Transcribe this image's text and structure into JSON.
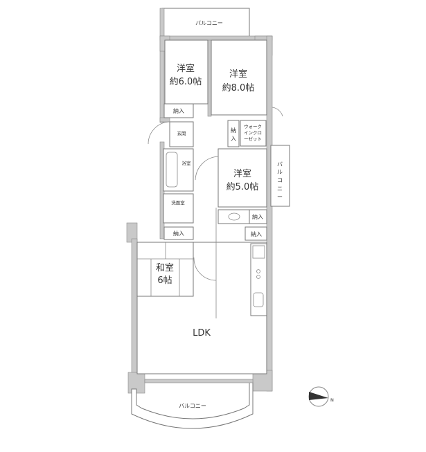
{
  "rooms": {
    "balcony_top": "バルコニー",
    "western_room_1": {
      "name": "洋室",
      "size": "約6.0帖"
    },
    "western_room_2": {
      "name": "洋室",
      "size": "約8.0帖"
    },
    "western_room_3": {
      "name": "洋室",
      "size": "約5.0帖"
    },
    "storage_1": "納入",
    "storage_vertical": [
      "納",
      "入"
    ],
    "walk_in_closet": [
      "ウォーク",
      "インクロ",
      "ーゼット"
    ],
    "entrance": "玄関",
    "bathroom": "浴室",
    "washroom": "洗面室",
    "balcony_right": [
      "バ",
      "ル",
      "コ",
      "ニ",
      "ー"
    ],
    "storage_2": "納入",
    "storage_3": "納入",
    "storage_4": "納入",
    "japanese_room": {
      "name": "和室",
      "size": "6帖"
    },
    "ldk": "LDK",
    "balcony_bottom": "バルコニー"
  },
  "compass": {
    "label": "N"
  }
}
